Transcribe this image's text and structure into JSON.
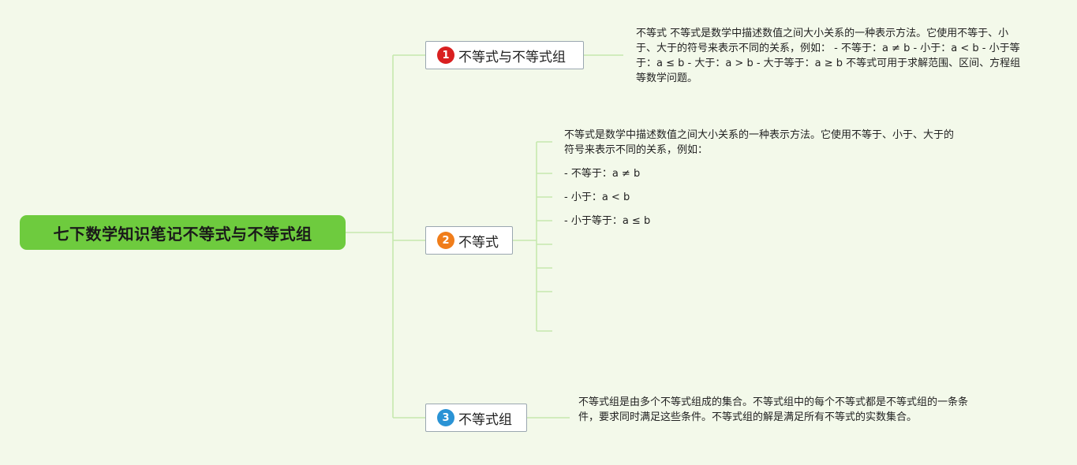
{
  "root": {
    "title": "七下数学知识笔记不等式与不等式组"
  },
  "topics": [
    {
      "number": "1",
      "label": "不等式与不等式组",
      "color": "#d92020"
    },
    {
      "number": "2",
      "label": "不等式",
      "color": "#f07d1a"
    },
    {
      "number": "3",
      "label": "不等式组",
      "color": "#2a93d5"
    }
  ],
  "notes": {
    "topic1": "不等式 不等式是数学中描述数值之间大小关系的一种表示方法。它使用不等于、小于、大于的符号来表示不同的关系，例如： - 不等于：a ≠ b - 小于：a < b - 小于等于：a ≤ b - 大于：a > b - 大于等于：a ≥ b 不等式可用于求解范围、区间、方程组等数学问题。",
    "topic2_intro": "不等式是数学中描述数值之间大小关系的一种表示方法。它使用不等于、小于、大于的符号来表示不同的关系，例如：",
    "topic2_items": [
      "- 不等于：a ≠ b",
      "- 小于：a < b",
      "- 小于等于：a ≤ b"
    ],
    "topic3": "不等式组是由多个不等式组成的集合。不等式组中的每个不等式都是不等式组的一条条件，要求同时满足这些条件。不等式组的解是满足所有不等式的实数集合。"
  },
  "colors": {
    "background": "#f3f9ea",
    "root": "#6ecb3e",
    "connector": "#c6e8ae"
  }
}
